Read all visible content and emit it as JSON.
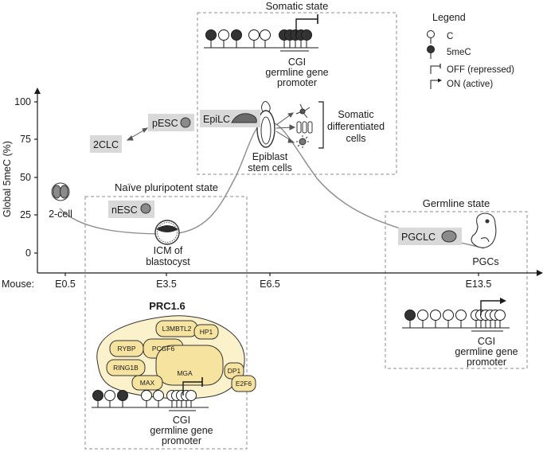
{
  "y_axis": {
    "label": "Global 5meC (%)",
    "ticks": [
      "100",
      "75",
      "50",
      "25",
      "0"
    ]
  },
  "x_axis": {
    "label": "Mouse:",
    "ticks": [
      "E0.5",
      "E3.5",
      "E6.5",
      "E13.5"
    ]
  },
  "stages": {
    "two_cell": "2-cell",
    "icm": [
      "ICM of",
      "blastocyst"
    ],
    "epiblast": [
      "Epiblast",
      "stem cells"
    ],
    "pgcs": "PGCs",
    "somatic": [
      "Somatic",
      "differentiated",
      "cells"
    ]
  },
  "cell_lines": {
    "two_clc": "2CLC",
    "pesc": "pESC",
    "epilc": "EpiLC",
    "nesc": "nESC",
    "pgclc": "PGCLC"
  },
  "boxes": {
    "somatic_title": "Somatic state",
    "naive_title": "Naïve pluripotent state",
    "germline_title": "Germline state"
  },
  "promoter": [
    "CGI",
    "germline gene",
    "promoter"
  ],
  "prc": {
    "title": "PRC1.6",
    "subunits": [
      "L3MBTL2",
      "HP1",
      "RYBP",
      "PCGF6",
      "RING1B",
      "MGA",
      "DP1",
      "MAX",
      "E2F6"
    ]
  },
  "legend": {
    "title": "Legend",
    "c": "C",
    "methyl": "5meC",
    "off": "OFF (repressed)",
    "on": "ON (active)"
  }
}
